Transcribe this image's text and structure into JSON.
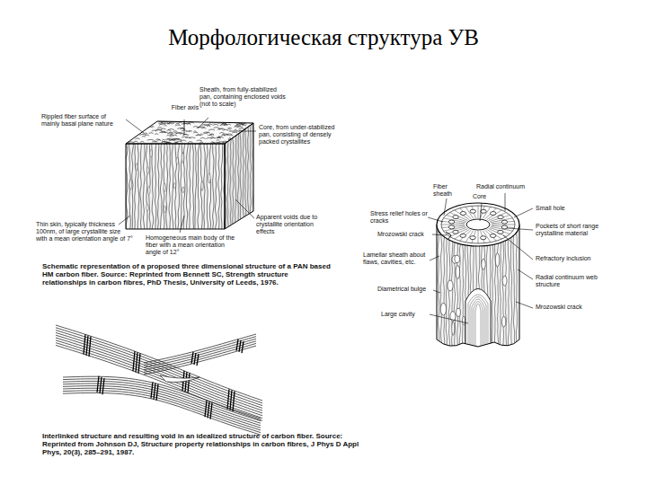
{
  "diagram": {
    "title": "Морфологическая структура УВ",
    "labels": [
      "Rippled fiber surface of mainly basal plane nature",
      "Fiber axis",
      "Sheath, from fully-stabilized pan, containing enclosed voids (not to scale)",
      "Core, from under-stabilized pan, consisting of densely packed crystallites",
      "Thin skin, typically thickness 100nm, of large crystallite size with a mean orientation angle of 7°",
      "Apparent voids due to crystallite orientation effects",
      "Homogeneous main body of the fiber with a mean orientation angle of 12°",
      "Schematic representation of a proposed three dimensional structure of a PAN based HM carbon fiber. Source: Reprinted from Bennett SC, Strength structure relationships in carbon fibres, PhD Thesis, University of Leeds, 1976.",
      "Fiber sheath",
      "Radial continuum",
      "Core",
      "Small hole",
      "Stress relief holes or cracks",
      "Mrozowski crack",
      "Pockets of short range crystalline material",
      "Refractory inclusion",
      "Lamellar sheath about flaws, cavities, etc.",
      "Radial continuum web structure",
      "Diametrical bulge",
      "Mrozowski crack",
      "Large cavity",
      "Interlinked structure and resulting void in an idealized structure of carbon fiber. Source: Reprinted from Johnson DJ, Structure property relationships in carbon fibres, J Phys D Appl Phys, 20(3), 285–291, 1987."
    ]
  }
}
